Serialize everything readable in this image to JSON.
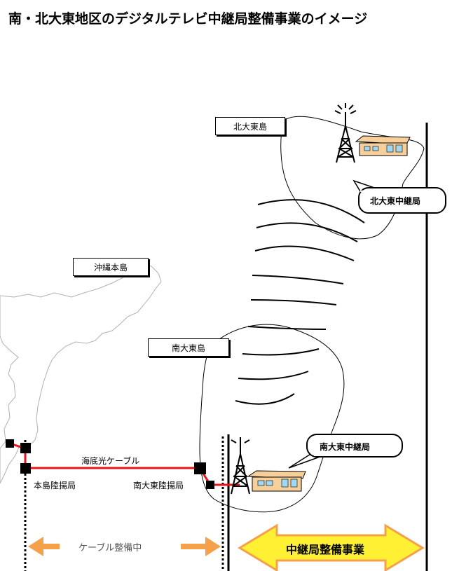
{
  "title": "南・北大東地区のデジタルテレビ中継局整備事業のイメージ",
  "islands": {
    "north": "北大東島",
    "okinawa": "沖縄本島",
    "south": "南大東島"
  },
  "stations": {
    "north_relay": "北大東中継局",
    "south_relay": "南大東中継局"
  },
  "cable": {
    "label": "海底光ケーブル",
    "main_landing": "本島陸揚局",
    "south_landing": "南大東陸揚局"
  },
  "spans": {
    "cable_work": "ケーブル整備中",
    "relay_project": "中継局整備事業"
  },
  "colors": {
    "cable": "#e8141c",
    "orange_arrow": "#f5a04a",
    "yellow_arrow": "#fff033",
    "building": "#f6cf9a"
  }
}
